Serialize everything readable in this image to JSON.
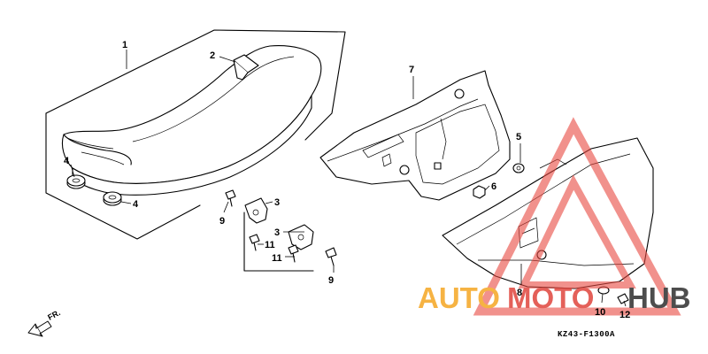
{
  "diagram": {
    "code": "KZ43-F1300A",
    "direction_label": "FR.",
    "callouts": {
      "p1": "1",
      "p2": "2",
      "p3a": "3",
      "p3b": "3",
      "p4a": "4",
      "p4b": "4",
      "p5": "5",
      "p6": "6",
      "p7": "7",
      "p8": "8",
      "p9a": "9",
      "p9b": "9",
      "p10": "10",
      "p11a": "11",
      "p11b": "11",
      "p12": "12"
    }
  },
  "watermark": {
    "auto": "AUTO",
    "moto": "MOTO",
    "hub": "HUB",
    "colors": {
      "auto": "#f5a623",
      "moto": "#e0453d",
      "hub": "#2f2f2f",
      "triangle": "#e8473f"
    }
  }
}
